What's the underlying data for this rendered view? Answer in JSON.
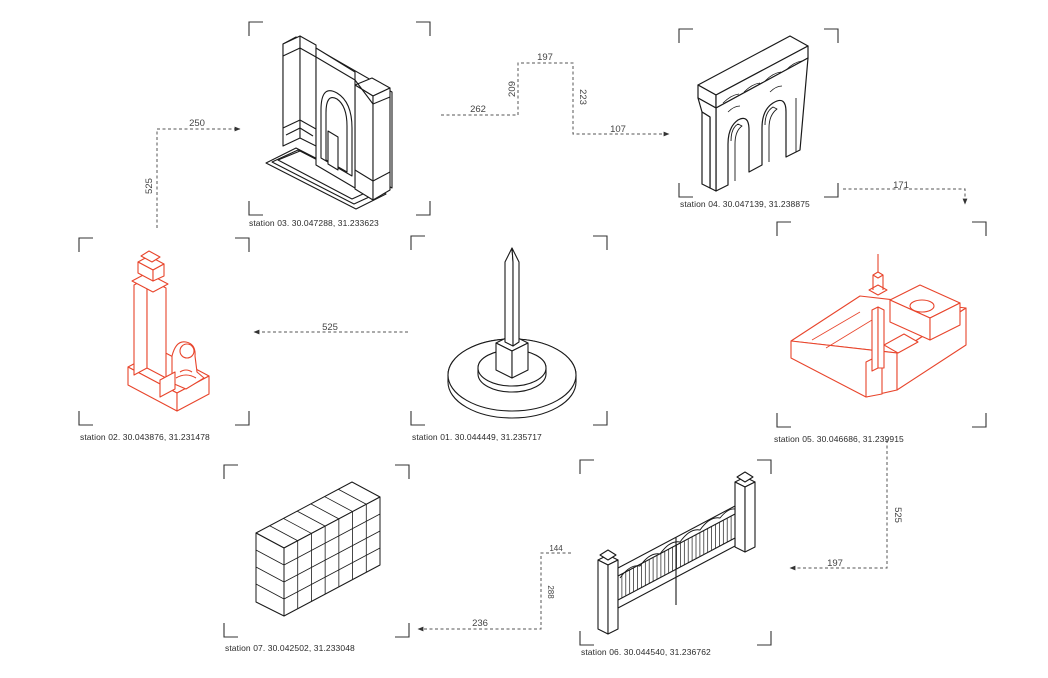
{
  "stations": {
    "s01": {
      "label": "station 01. 30.044449, 31.235717",
      "subject": "obelisk on circular plaza"
    },
    "s02": {
      "label": "station 02. 30.043876, 31.231478",
      "subject": "tower with lion statue"
    },
    "s03": {
      "label": "station 03. 30.047288, 31.233623",
      "subject": "arched gateway facade"
    },
    "s04": {
      "label": "station 04. 30.047139, 31.238875",
      "subject": "ornamented arcade"
    },
    "s05": {
      "label": "station 05. 30.046686, 31.239915",
      "subject": "building block with minaret"
    },
    "s06": {
      "label": "station 06. 30.044540, 31.236762",
      "subject": "ornamental iron gate"
    },
    "s07": {
      "label": "station 07. 30.042502, 31.233048",
      "subject": "stacked block wall"
    }
  },
  "distances": {
    "s01_s02": "525",
    "s02_s03_up": "525",
    "s02_s03_right": "250",
    "s03_s04_a": "262",
    "s03_s04_b": "209",
    "s03_s04_c": "197",
    "s03_s04_d": "223",
    "s03_s04_e": "107",
    "s04_s05": "171",
    "s05_s06_down": "525",
    "s05_s06_left": "197",
    "s06_s07_a": "144",
    "s06_s07_b": "288",
    "s06_s07_c": "236"
  },
  "colors": {
    "highlight": "#e8452c",
    "line": "#1a1a1a",
    "dash": "#555555",
    "frame": "#333333"
  }
}
